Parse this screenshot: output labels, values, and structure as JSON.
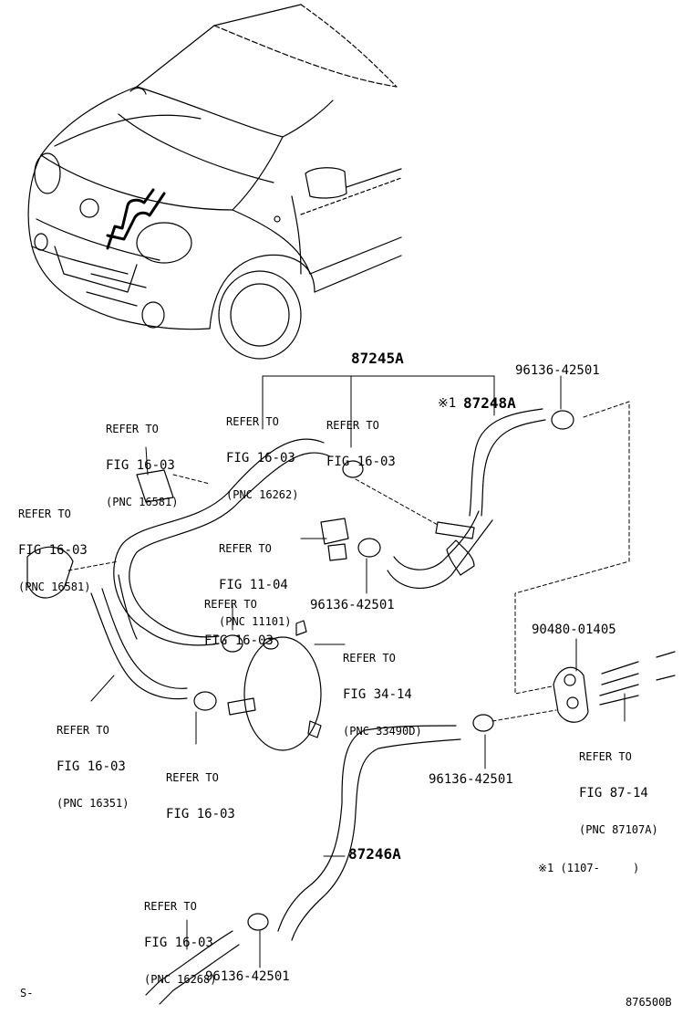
{
  "parts": {
    "hose_upper": "87245A",
    "hose_sub": "87248A",
    "hose_sub_note": "※1",
    "hose_lower": "87246A",
    "clamp_top_right": "96136-42501",
    "clamp_middle": "96136-42501",
    "clamp_right": "96136-42501",
    "clamp_bottom": "96136-42501",
    "grommet": "90480-01405"
  },
  "refs": {
    "r1": {
      "l1": "REFER TO",
      "l2": "FIG 16-03",
      "l3": "(PNC 16581)"
    },
    "r2": {
      "l1": "REFER TO",
      "l2": "FIG 16-03",
      "l3": "(PNC 16262)"
    },
    "r3": {
      "l1": "REFER TO",
      "l2": "FIG 16-03"
    },
    "r4": {
      "l1": "REFER TO",
      "l2": "FIG 16-03",
      "l3": "(PNC 16581)"
    },
    "r5": {
      "l1": "REFER TO",
      "l2": "FIG 11-04",
      "l3": "(PNC 11101)"
    },
    "r6": {
      "l1": "REFER TO",
      "l2": "FIG 16-03"
    },
    "r7": {
      "l1": "REFER TO",
      "l2": "FIG 34-14",
      "l3": "(PNC 33490D)"
    },
    "r8": {
      "l1": "REFER TO",
      "l2": "FIG 16-03",
      "l3": "(PNC 16351)"
    },
    "r9": {
      "l1": "REFER TO",
      "l2": "FIG 16-03"
    },
    "r10": {
      "l1": "REFER TO",
      "l2": "FIG 87-14",
      "l3": "(PNC 87107A)"
    },
    "r11": {
      "l1": "REFER TO",
      "l2": "FIG 16-03",
      "l3": "(PNC 16268)"
    }
  },
  "footnote": "※1 (1107-     )",
  "corner_left": "S-",
  "diagram_id": "876500B"
}
